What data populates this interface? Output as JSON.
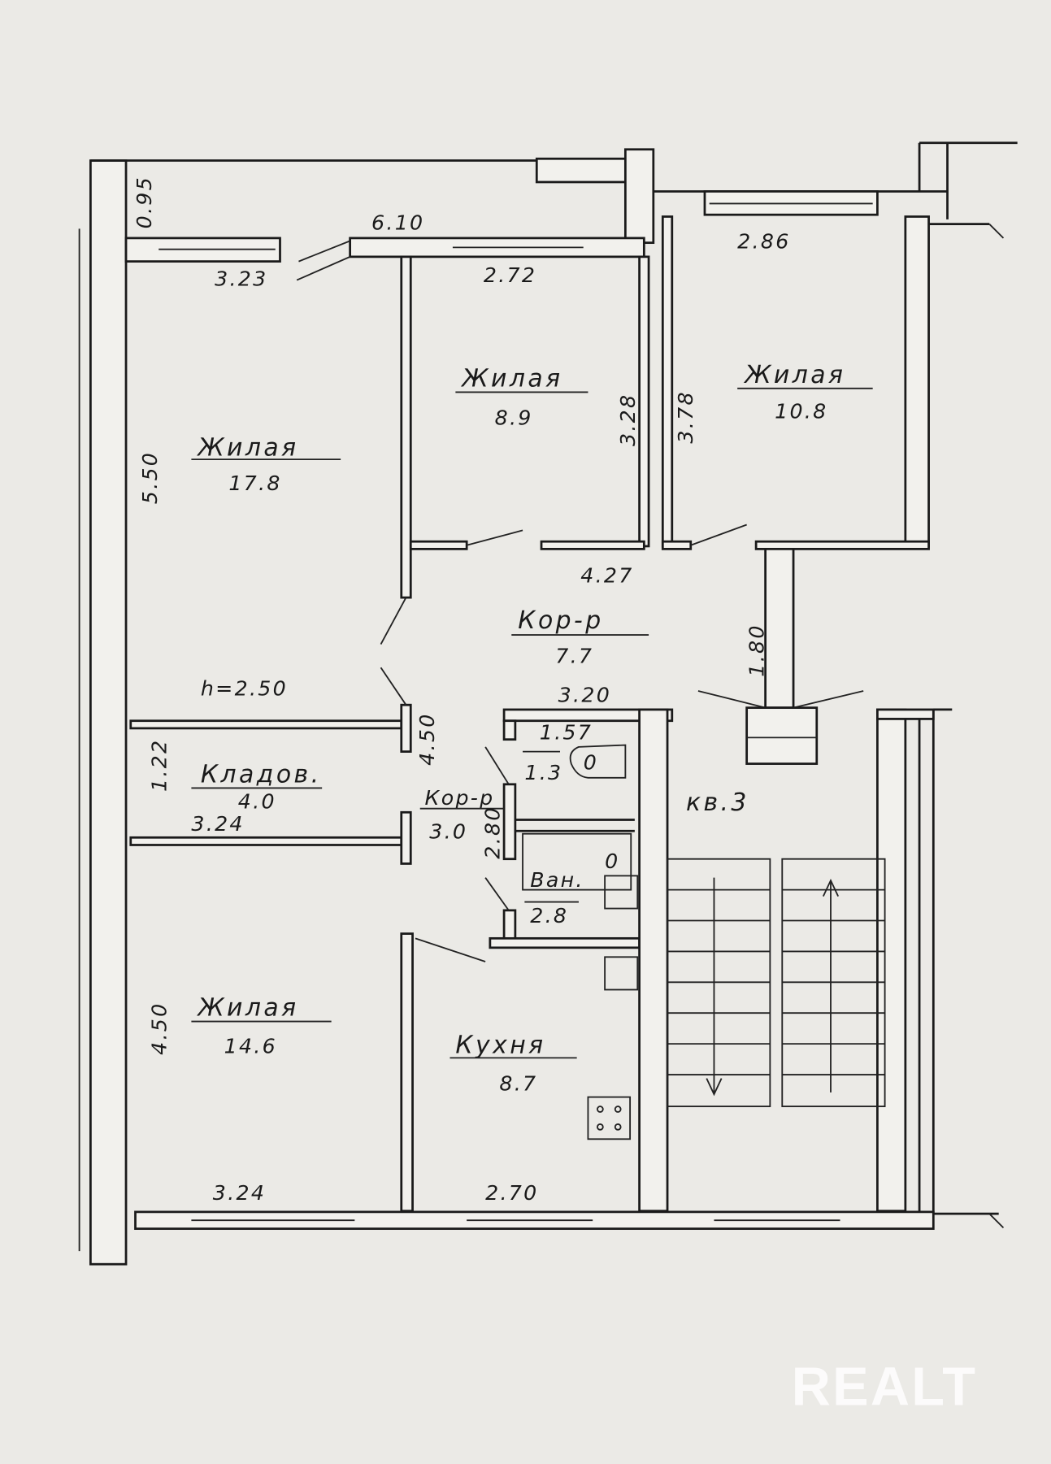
{
  "rooms": {
    "living_1": {
      "name": "Жилая",
      "area": "17.8"
    },
    "living_2": {
      "name": "Жилая",
      "area": "8.9"
    },
    "living_3": {
      "name": "Жилая",
      "area": "10.8"
    },
    "living_4": {
      "name": "Жилая",
      "area": "14.6"
    },
    "corridor_1": {
      "name": "Кор-р",
      "area": "7.7"
    },
    "corridor_2": {
      "name": "Кор-р",
      "area": "3.0"
    },
    "storage": {
      "name": "Кладов.",
      "area": "4.0"
    },
    "bath": {
      "name": "Ван.",
      "area": "2.8"
    },
    "wc_area": "1.3",
    "kitchen": {
      "name": "Кухня",
      "area": "8.7"
    }
  },
  "apartment_label": "кв.3",
  "ceiling_height": "h=2.50",
  "dimensions": {
    "d095": "0.95",
    "d610": "6.10",
    "d286": "2.86",
    "d323": "3.23",
    "d272": "2.72",
    "d328": "3.28",
    "d378": "3.78",
    "d550": "5.50",
    "d427": "4.27",
    "d180": "1.80",
    "d320": "3.20",
    "d450a": "4.50",
    "d157": "1.57",
    "d122": "1.22",
    "d324a": "3.24",
    "d280": "2.80",
    "d450b": "4.50",
    "d324b": "3.24",
    "d270": "2.70"
  },
  "watermark": "REALT"
}
